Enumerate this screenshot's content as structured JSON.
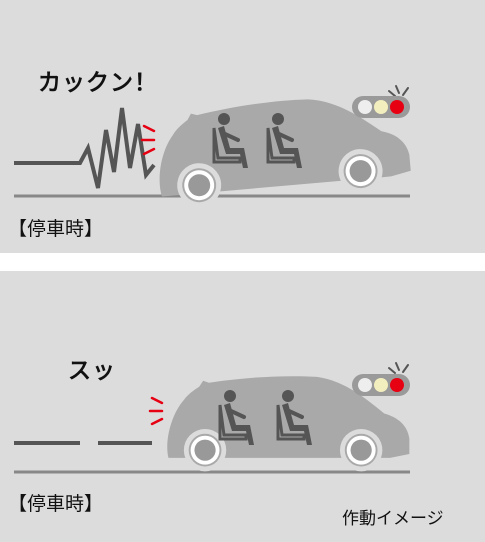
{
  "top_panel": {
    "sound_effect": "カックン！",
    "state_label": "【停車時】"
  },
  "bottom_panel": {
    "sound_effect": "スッ",
    "state_label": "【停車時】",
    "caption": "作動イメージ"
  },
  "colors": {
    "panel_background": "#dcdcdc",
    "car_body": "#a9a9a9",
    "road_line": "#888888",
    "brake_light_red": "#e60012",
    "signal_white": "#eeeeee",
    "signal_cream": "#f3eebd",
    "waveform": "#555555"
  }
}
